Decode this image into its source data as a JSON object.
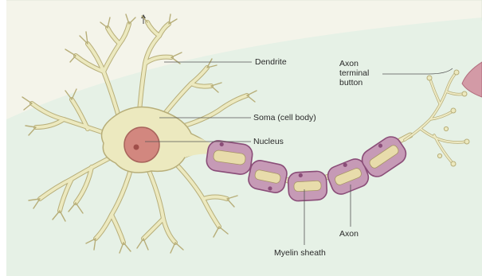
{
  "figure": {
    "labels": {
      "dendrite": "Dendrite",
      "axon_terminal_button": [
        "Axon",
        "terminal",
        "button"
      ],
      "soma": "Soma (cell body)",
      "nucleus": "Nucleus",
      "axon": "Axon",
      "myelin_sheath": "Myelin sheath"
    },
    "colors": {
      "background": "#e6f1e6",
      "top_band": "#f4f4ea",
      "cell_fill": "#ece9bf",
      "cell_stroke": "#b7ae79",
      "nucleus_fill": "#d2877f",
      "nucleolus_fill": "#a04e4a",
      "myelin_fill": "#c69ab6",
      "myelin_stroke": "#8a4d78",
      "axon_core": "#eeeac4",
      "leader_line": "#555555"
    }
  }
}
